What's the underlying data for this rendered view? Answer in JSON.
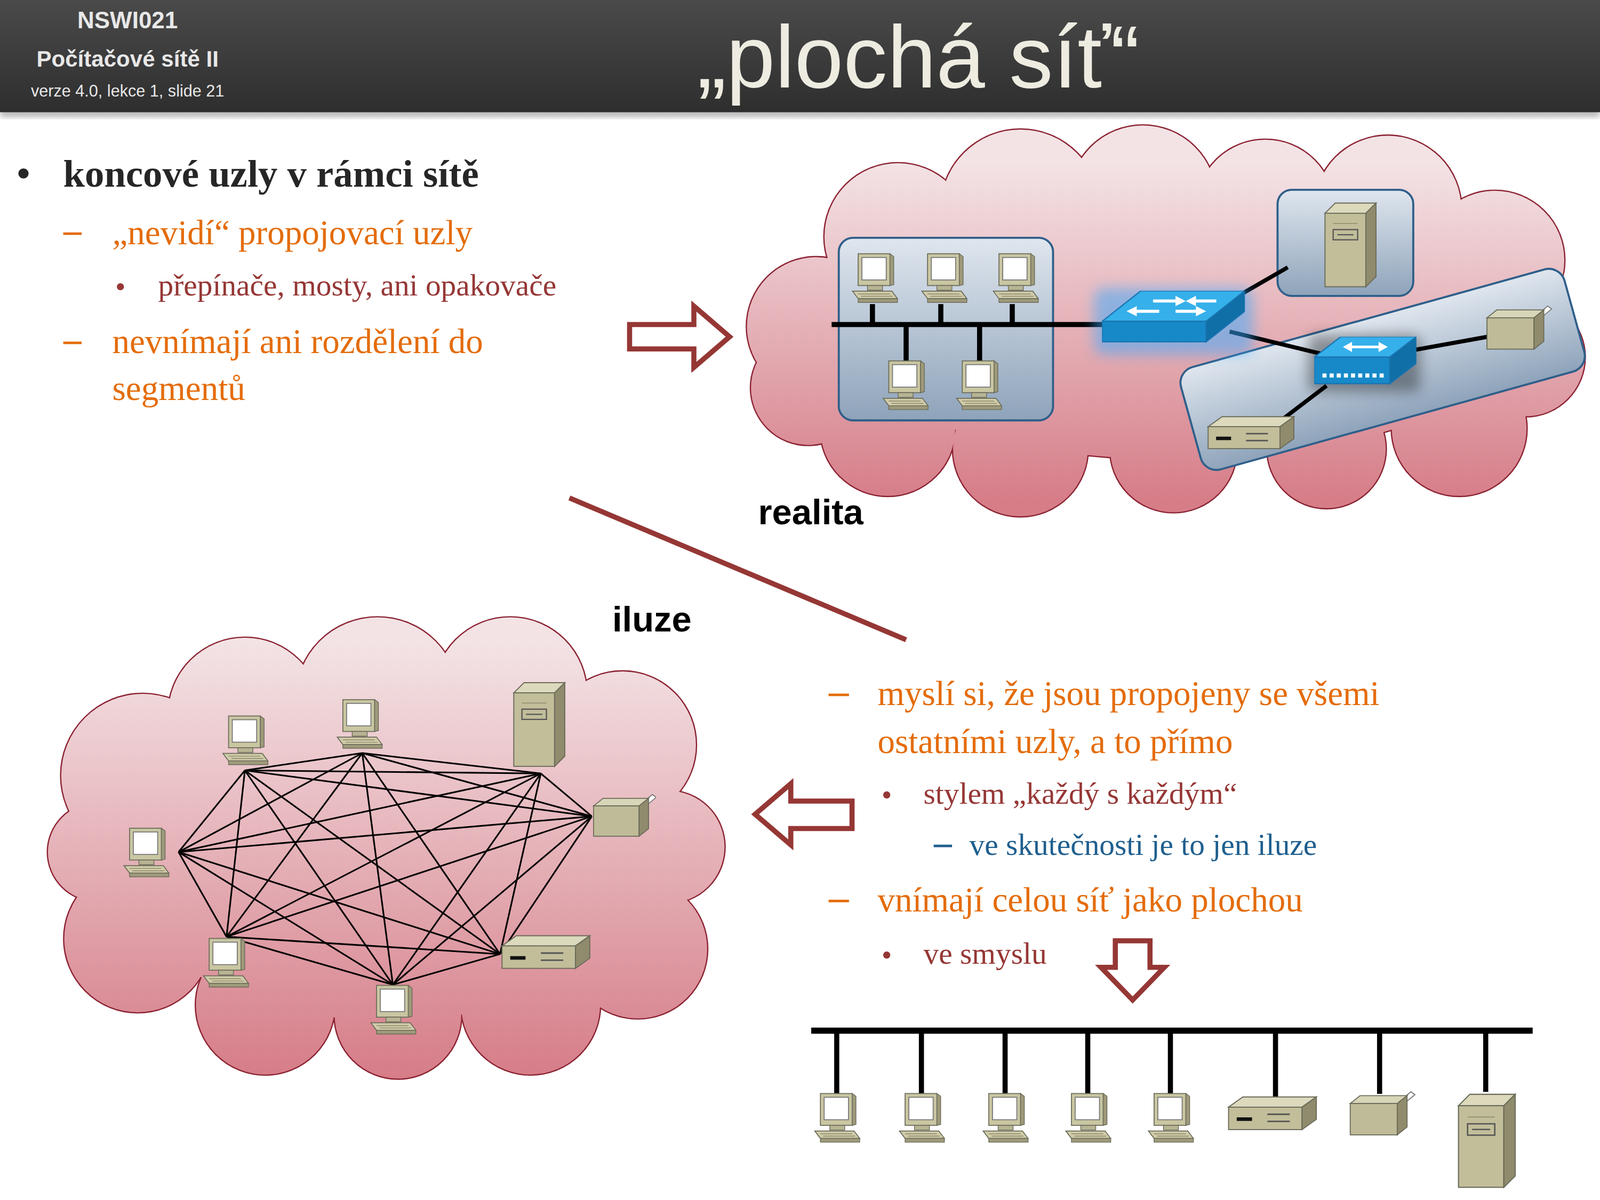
{
  "diagram": {
    "title": "„plochá síť“",
    "labels": [
      "NSWI021",
      "Počítačové sítě II",
      "verze 4.0, lekce  1, slide 21",
      "koncové uzly v rámci sítě",
      "„nevidí“ propojovací uzly",
      "přepínače, mosty, ani opakovače",
      "nevnímají ani rozdělení do segmentů",
      "realita",
      "iluze",
      "myslí si, že jsou propojeny se všemi ostatními uzly, a to přímo",
      "stylem „každý s každým“",
      "ve skutečnosti je to jen iluze",
      "vnímají celou síť jako plochou",
      "ve smyslu"
    ]
  }
}
